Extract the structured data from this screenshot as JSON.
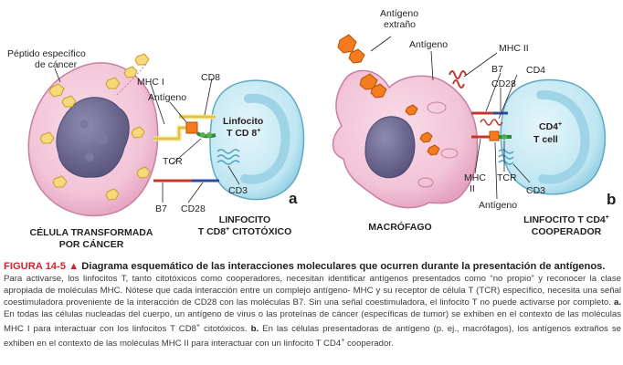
{
  "panel_a": {
    "letter": "a",
    "labels": {
      "peptide_line1": "Péptido específico",
      "peptide_line2": "de cáncer",
      "mhc1": "MHC I",
      "antigen": "Antígeno",
      "cd8": "CD8",
      "tcr": "TCR",
      "b7": "B7",
      "cd28": "CD28",
      "cd3": "CD3",
      "tcell_line1": "Linfocito",
      "tcell_line2": "T CD 8",
      "tcell_sup": "+",
      "left_cell_line1": "CÉLULA TRANSFORMADA",
      "left_cell_line2": "POR CÁNCER",
      "right_cell_line1": "LINFOCITO",
      "right_cell_line2a": "T CD8",
      "right_cell_sup": "+",
      "right_cell_line2b": " CITOTÓXICO"
    }
  },
  "panel_b": {
    "letter": "b",
    "labels": {
      "foreign_line1": "Antígeno",
      "foreign_line2": "extraño",
      "antigen_top": "Antígeno",
      "mhc2_top": "MHC II",
      "b7": "B7",
      "cd28": "CD28",
      "cd4": "CD4",
      "tcell_line1a": "CD4",
      "tcell_sup": "+",
      "tcell_line2": "T cell",
      "mhc2_bot_line1": "MHC",
      "mhc2_bot_line2": "II",
      "tcr": "TCR",
      "antigen_bot": "Antígeno",
      "cd3": "CD3",
      "left_cell": "MACRÓFAGO",
      "right_cell_line1a": "LINFOCITO T CD4",
      "right_cell_sup": "+",
      "right_cell_line2": "COOPERADOR"
    }
  },
  "colors": {
    "cell_pink": "#f2c4d8",
    "nucleus_purple": "#6e6a8e",
    "tcell_blue": "#bfe6f2",
    "caption_red": "#d2232a",
    "antigen_orange": "#f47b20",
    "peptide_yellow": "#f6d97a"
  },
  "caption": {
    "figure_number": "FIGURA 14-5",
    "title": "Diagrama esquemático de las interacciones moleculares que ocurren durante la presentación de antígenos.",
    "text_part1": "Para activarse, los linfocitos T, tanto citotóxicos como cooperadores, necesitan identificar antígenos presentados como “no propio” y reconocer la clase apropiada de moléculas MHC. Nótese que cada interacción entre un complejo antígeno- MHC y su receptor de célula T (TCR) específico, necesita una señal coestimuladora proveniente de la interacción de CD28 con las moléculas B7. Sin una señal coestimuladora, el linfocito T no puede activarse por completo.",
    "label_a": "a.",
    "text_part2": "En todas las células nucleadas del cuerpo, un antígeno de virus o las proteínas de cáncer (específicas de tumor) se exhiben en el contexto de las moléculas MHC I para interactuar con los linfocitos T CD8",
    "sup_plus": "+",
    "text_part3": " citotóxicos.",
    "label_b": "b.",
    "text_part4": "En las células presentadoras de antígeno (p. ej., macrófagos), los antígenos extraños se exhiben en el contexto de las moléculas MHC II para interactuar con un linfocito T CD4",
    "sup_plus2": "+",
    "text_part5": " cooperador."
  }
}
